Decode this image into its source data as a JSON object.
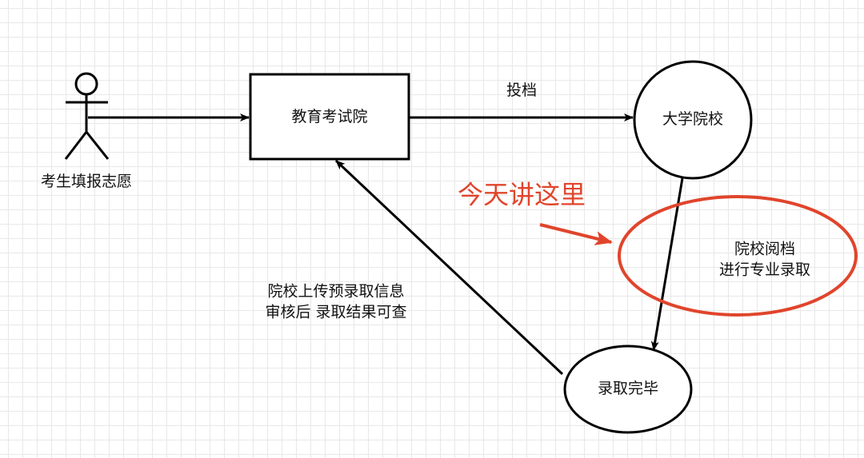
{
  "actor": {
    "label": "考生填报志愿"
  },
  "nodes": {
    "exam_institute": "教育考试院",
    "university": "大学院校",
    "admission_done": "录取完毕"
  },
  "edges": {
    "submit_files": "投档",
    "upload_line1": "院校上传预录取信息",
    "upload_line2": "审核后 录取结果可查"
  },
  "annotation": {
    "text": "今天讲这里",
    "color": "#e0452c",
    "focus_line1": "院校阅档",
    "focus_line2": "进行专业录取"
  }
}
